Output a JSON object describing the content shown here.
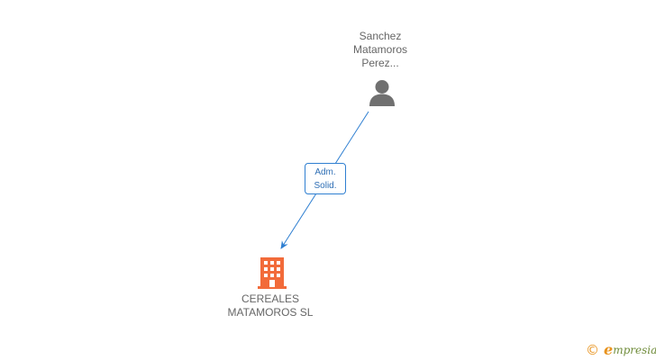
{
  "diagram": {
    "person": {
      "name_lines": [
        "Sanchez",
        "Matamoros",
        "Perez..."
      ],
      "icon": "person-icon"
    },
    "company": {
      "name_lines": [
        "CEREALES",
        "MATAMOROS SL"
      ],
      "icon": "building-icon"
    },
    "relation": {
      "label_lines": [
        "Adm.",
        "Solid."
      ],
      "from": "person",
      "to": "company"
    }
  },
  "brand": {
    "copyright_symbol": "©",
    "name_initial": "e",
    "name_rest": "mpresia"
  },
  "colors": {
    "edge": "#2f7fd1",
    "person_icon": "#707070",
    "company_icon": "#f26b3a",
    "text": "#666666",
    "brand_orange": "#e8931e",
    "brand_green": "#6f8c3a"
  }
}
